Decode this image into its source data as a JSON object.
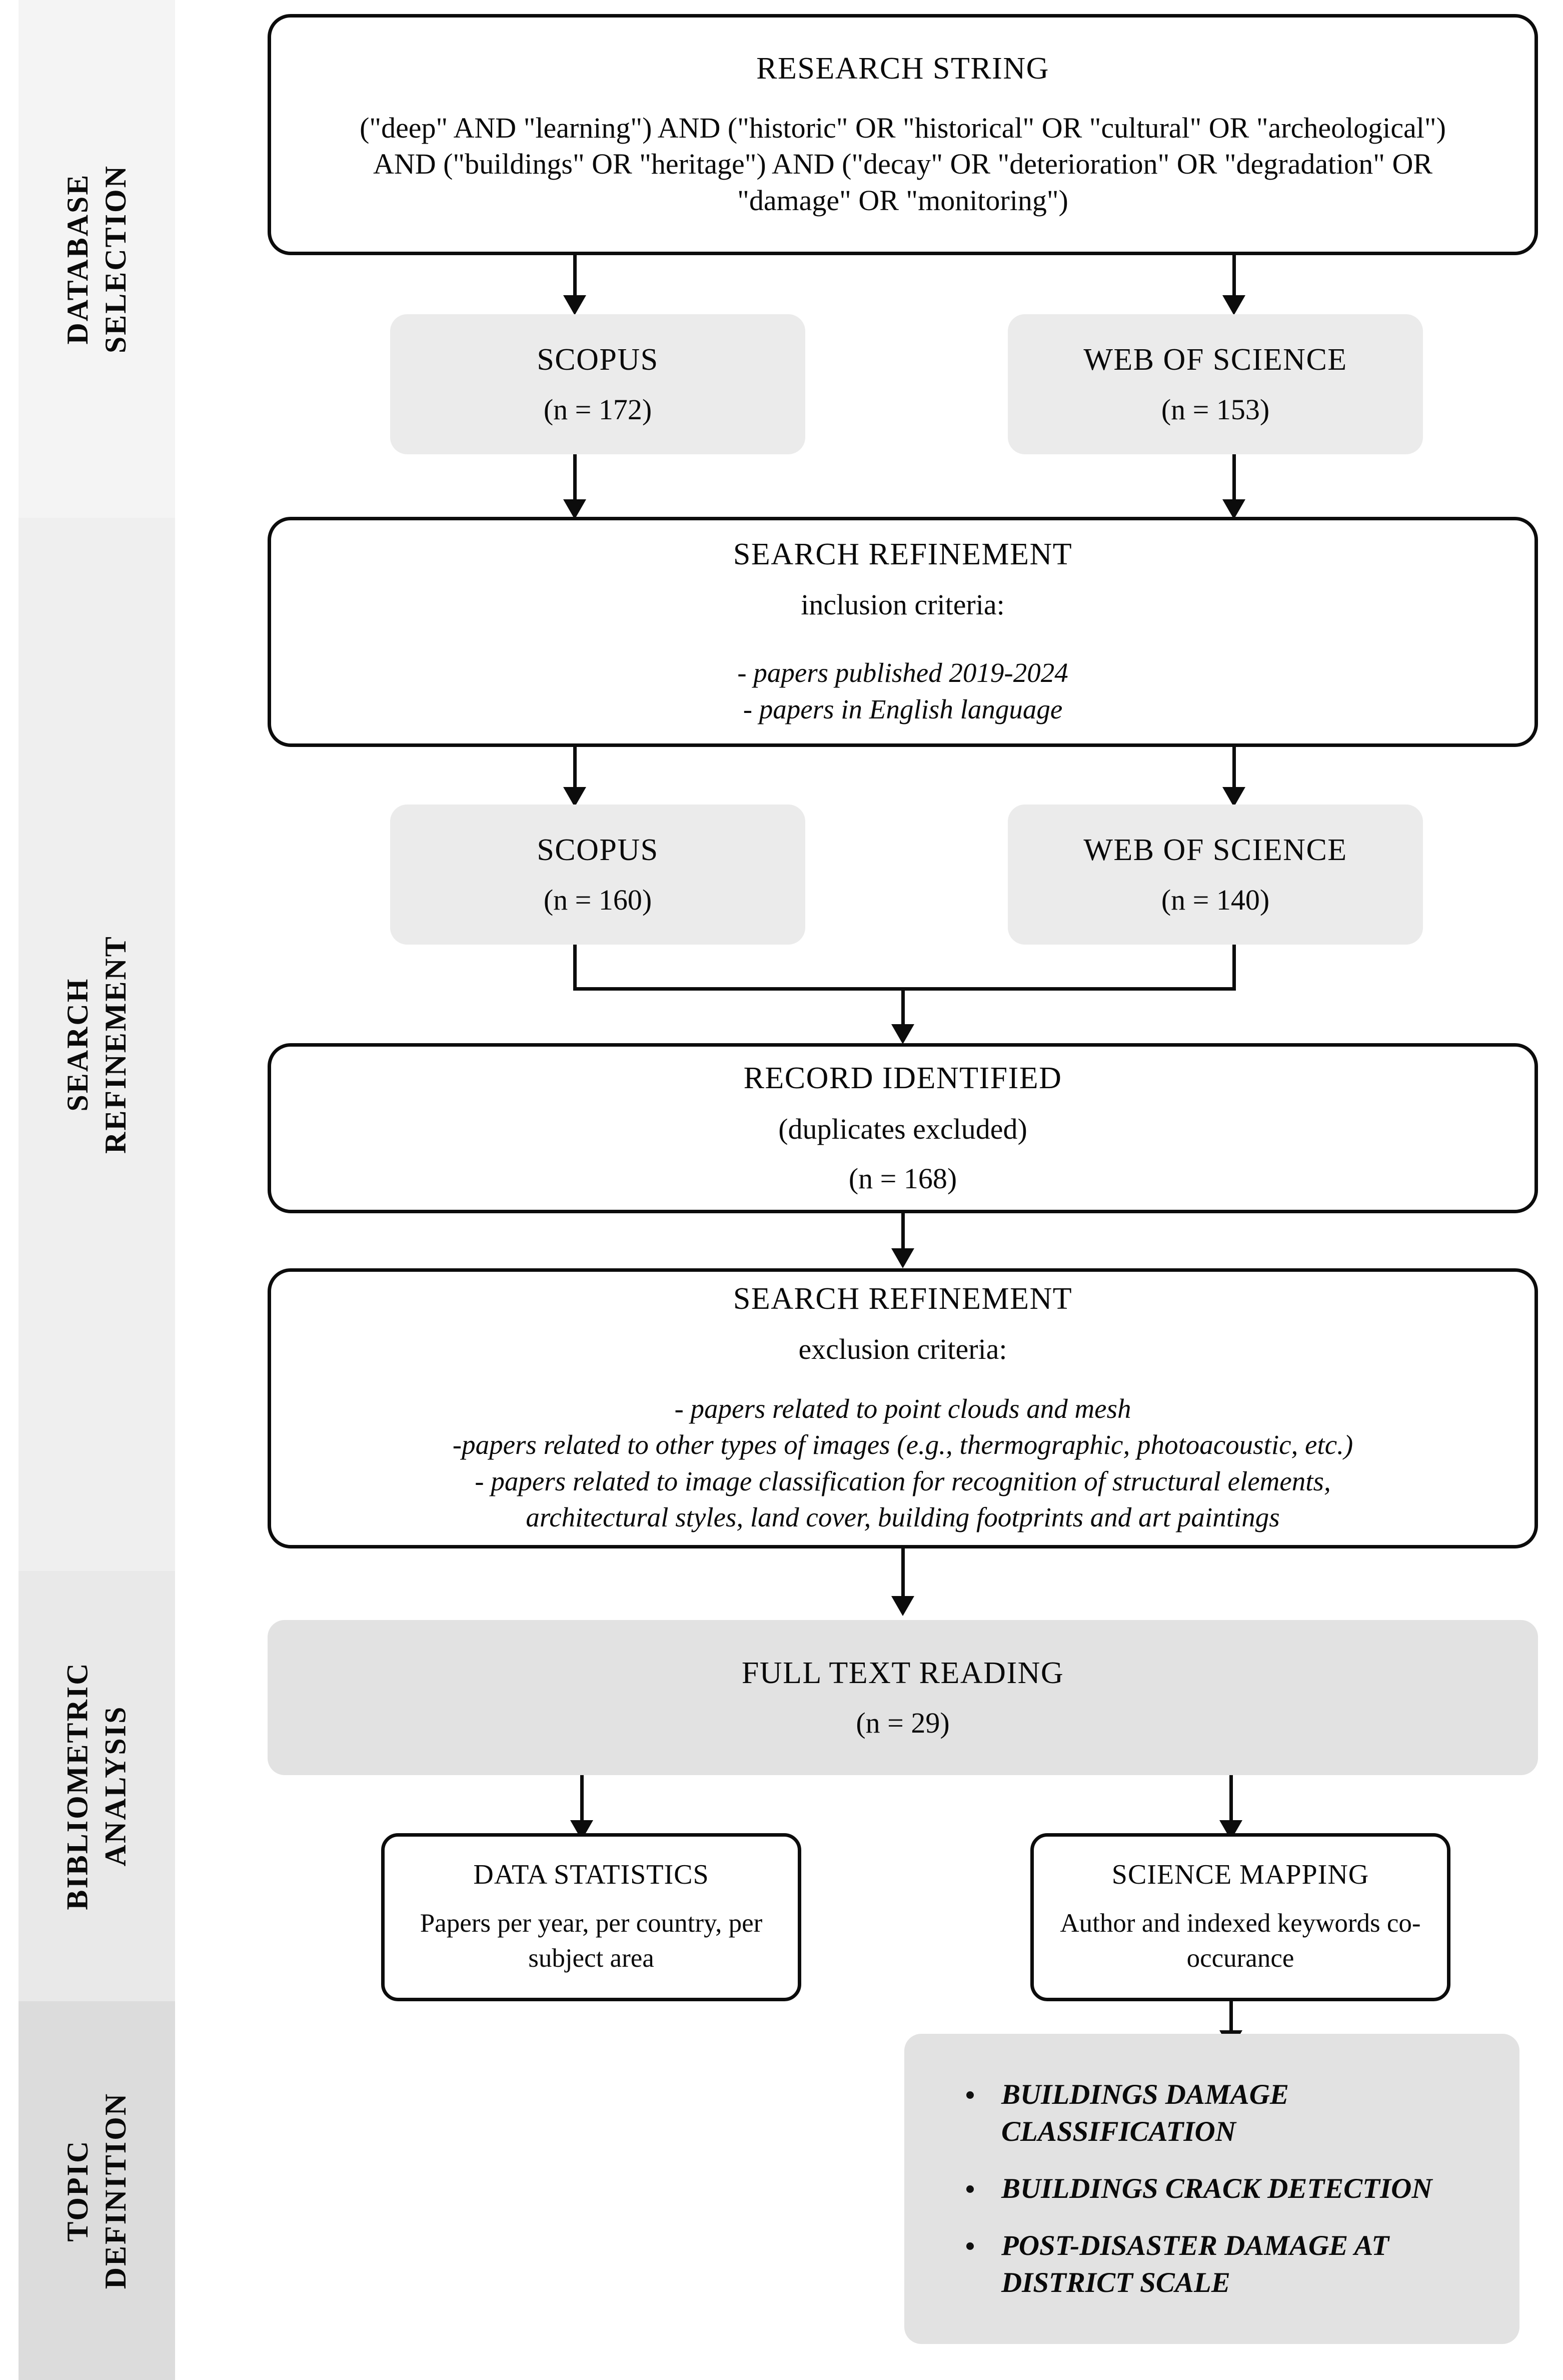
{
  "rail": {
    "sections": [
      {
        "id": "database-selection",
        "lines": [
          "DATABASE",
          "SELECTION"
        ],
        "bg": "#f4f4f4"
      },
      {
        "id": "search-refinement",
        "lines": [
          "SEARCH",
          "REFINEMENT"
        ],
        "bg": "#efefef"
      },
      {
        "id": "bibliometric-analysis",
        "lines": [
          "BIBLIOMETRIC",
          "ANALYSIS"
        ],
        "bg": "#e9e9e9"
      },
      {
        "id": "topic-definition",
        "lines": [
          "TOPIC",
          "DEFINITION"
        ],
        "bg": "#dcdcdc"
      }
    ]
  },
  "flow": {
    "research_string": {
      "title": "RESEARCH STRING",
      "body": "(\"deep\" AND \"learning\") AND (\"historic\" OR \"historical\" OR \"cultural\" OR \"archeological\") AND (\"buildings\" OR \"heritage\") AND (\"decay\" OR \"deterioration\" OR \"degradation\" OR \"damage\" OR \"monitoring\")"
    },
    "scopus_1": {
      "title": "SCOPUS",
      "count": "(n = 172)"
    },
    "wos_1": {
      "title": "WEB OF SCIENCE",
      "count": "(n = 153)"
    },
    "inclusion": {
      "title": "SEARCH REFINEMENT",
      "subtitle": "inclusion criteria:",
      "criteria": [
        "- papers published 2019-2024",
        "- papers in English language"
      ]
    },
    "scopus_2": {
      "title": "SCOPUS",
      "count": "(n = 160)"
    },
    "wos_2": {
      "title": "WEB OF SCIENCE",
      "count": "(n = 140)"
    },
    "record_identified": {
      "title": "RECORD IDENTIFIED",
      "subtitle": "(duplicates excluded)",
      "count": "(n = 168)"
    },
    "exclusion": {
      "title": "SEARCH REFINEMENT",
      "subtitle": "exclusion criteria:",
      "criteria": [
        "- papers related to point clouds and mesh",
        "-papers related to other types of images (e.g., thermographic, photoacoustic, etc.)",
        "- papers related to image classification for recognition of structural elements,",
        "architectural styles, land cover, building footprints and art paintings"
      ]
    },
    "full_text_reading": {
      "title": "FULL TEXT READING",
      "count": "(n = 29)"
    },
    "data_statistics": {
      "title": "DATA STATISTICS",
      "body": "Papers per year, per country, per subject area"
    },
    "science_mapping": {
      "title": "SCIENCE MAPPING",
      "body": "Author and indexed keywords co-occurance"
    },
    "topics": {
      "items": [
        "BUILDINGS DAMAGE CLASSIFICATION",
        "BUILDINGS CRACK DETECTION",
        "POST-DISASTER DAMAGE AT DISTRICT SCALE"
      ]
    }
  },
  "colors": {
    "stroke": "#0c0c0c",
    "fill_light": "#ebebeb",
    "fill_dark": "#e2e2e2",
    "page_bg": "#ffffff"
  }
}
